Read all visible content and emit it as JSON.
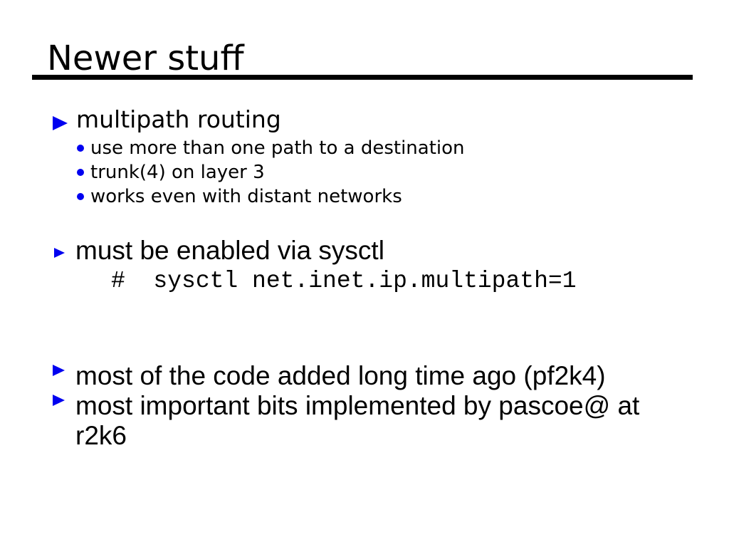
{
  "slide": {
    "title": "Newer stuff",
    "background_color": "#FFFFFF",
    "text_color": "#000000",
    "bullet_color": "#0000F0"
  },
  "content": {
    "section1": {
      "heading": "multipath routing",
      "items": [
        "use more than one path to a destination",
        "trunk(4) on layer 3",
        "works even with distant networks"
      ]
    },
    "section2": {
      "heading": "must be enabled via sysctl",
      "command": "#  sysctl net.inet.ip.multipath=1"
    },
    "section3": {
      "bullet1": "most of the code added long time ago (pf2k4)",
      "bullet2_line1": "most important bits implemented by pascoe@ at",
      "bullet2_line2": "r2k6"
    }
  }
}
